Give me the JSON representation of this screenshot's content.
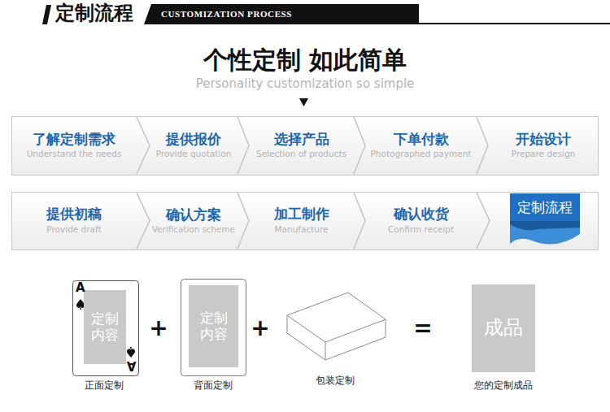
{
  "diagram": {
    "title": "个性定制 如此简单",
    "nodes": [
      {
        "text": [
          "了解定制需求",
          "Understand the needs"
        ]
      },
      {
        "text": [
          "提供报价",
          "Provide quotation"
        ]
      },
      {
        "text": [
          "选择产品",
          "Selection of products"
        ]
      },
      {
        "text": [
          "下单付款",
          "Photographed payment"
        ]
      },
      {
        "text": [
          "开始设计",
          "Prepare design"
        ]
      },
      {
        "text": [
          "提供初稿",
          "Provide draft"
        ]
      },
      {
        "text": [
          "确认方案",
          "Verification scheme"
        ]
      },
      {
        "text": [
          "加工制作",
          "Manufacture"
        ]
      },
      {
        "text": [
          "确认收货",
          "Confirm receipt"
        ]
      },
      {
        "text": [
          "定制流程"
        ]
      },
      {
        "text": [
          "定制内容"
        ]
      },
      {
        "text": [
          "定制内容"
        ]
      },
      {
        "text": [
          "成品"
        ]
      }
    ],
    "edges": [
      {
        "from": 0,
        "to": 1,
        "arrow": "to"
      },
      {
        "from": 1,
        "to": 2,
        "arrow": "to"
      },
      {
        "from": 2,
        "to": 3,
        "arrow": "to"
      },
      {
        "from": 3,
        "to": 4,
        "arrow": "to"
      },
      {
        "from": 5,
        "to": 6,
        "arrow": "to"
      },
      {
        "from": 6,
        "to": 7,
        "arrow": "to"
      },
      {
        "from": 7,
        "to": 8,
        "arrow": "to"
      },
      {
        "from": 8,
        "to": 9,
        "arrow": "to"
      }
    ],
    "labels": [
      "定制流程",
      "CUSTOMIZATION PROCESS",
      "Personality customization so simple",
      "A",
      "A",
      "+",
      "+",
      "=",
      "正面定制",
      "背面定制",
      "包装定制",
      "您的定制成品"
    ]
  }
}
